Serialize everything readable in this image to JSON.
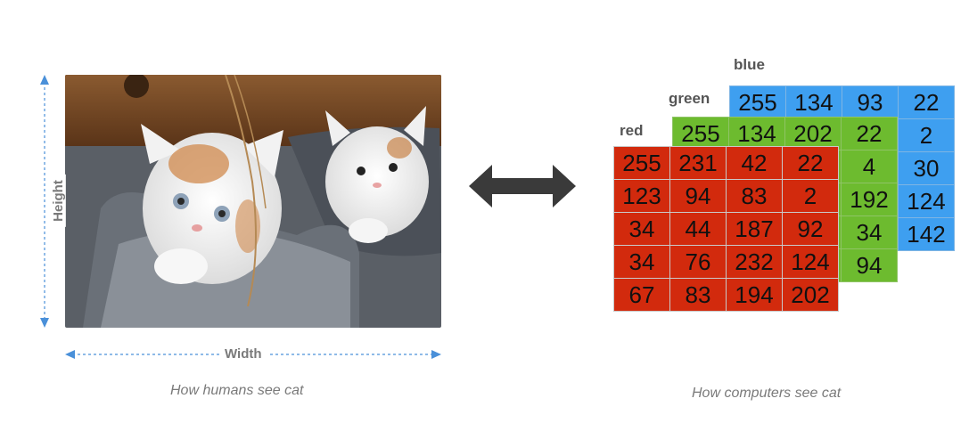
{
  "labels": {
    "height": "Height",
    "width": "Width",
    "caption_left": "How humans see cat",
    "caption_right": "How computers see cat"
  },
  "channels": {
    "blue": {
      "name": "blue",
      "rows": [
        [
          "255",
          "134",
          "93",
          "22"
        ],
        [
          "",
          "",
          "",
          "2"
        ],
        [
          "",
          "",
          "",
          "30"
        ],
        [
          "",
          "",
          "",
          "124"
        ],
        [
          "",
          "",
          "",
          "142"
        ]
      ]
    },
    "green": {
      "name": "green",
      "rows": [
        [
          "255",
          "134",
          "202",
          "22"
        ],
        [
          "",
          "",
          "",
          "4"
        ],
        [
          "",
          "",
          "",
          "192"
        ],
        [
          "",
          "",
          "",
          "34"
        ],
        [
          "",
          "",
          "",
          "94"
        ]
      ]
    },
    "red": {
      "name": "red",
      "rows": [
        [
          "255",
          "231",
          "42",
          "22"
        ],
        [
          "123",
          "94",
          "83",
          "2"
        ],
        [
          "34",
          "44",
          "187",
          "92"
        ],
        [
          "34",
          "76",
          "232",
          "124"
        ],
        [
          "67",
          "83",
          "194",
          "202"
        ]
      ]
    }
  },
  "colors": {
    "blue": "#3e9ff0",
    "green": "#6dbb2f",
    "red": "#d22a0d",
    "arrow": "#3a3a3a",
    "dimension": "#4a90d9"
  }
}
